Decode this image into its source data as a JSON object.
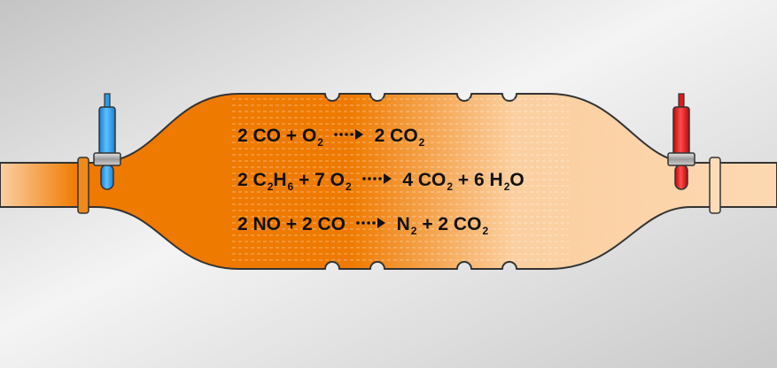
{
  "colors": {
    "hot": "#ef7a00",
    "cool": "#fbd4ab",
    "background_light": "#f2f2f2",
    "background_dark": "#c7c7c7",
    "sensor_blue": "#2c9be6",
    "sensor_red": "#e01a1a",
    "outline": "#333333"
  },
  "sensors": [
    {
      "name": "upstream-oxygen-sensor",
      "color": "blue"
    },
    {
      "name": "downstream-oxygen-sensor",
      "color": "red"
    }
  ],
  "reactions": [
    {
      "left": [
        {
          "t": "2 CO + O"
        },
        {
          "s": "2"
        },
        {
          "t": " "
        }
      ],
      "right": [
        {
          "t": " 2 CO"
        },
        {
          "s": "2"
        }
      ]
    },
    {
      "left": [
        {
          "t": "2 C"
        },
        {
          "s": "2"
        },
        {
          "t": "H"
        },
        {
          "s": "6"
        },
        {
          "t": " + 7 O"
        },
        {
          "s": "2"
        },
        {
          "t": " "
        }
      ],
      "right": [
        {
          "t": " 4 CO"
        },
        {
          "s": "2"
        },
        {
          "t": " + 6 H"
        },
        {
          "s": "2"
        },
        {
          "t": "O"
        }
      ]
    },
    {
      "left": [
        {
          "t": "2 NO + 2 CO "
        }
      ],
      "right": [
        {
          "t": " N"
        },
        {
          "s": "2"
        },
        {
          "t": " + 2 CO"
        },
        {
          "s": "2"
        }
      ]
    }
  ]
}
